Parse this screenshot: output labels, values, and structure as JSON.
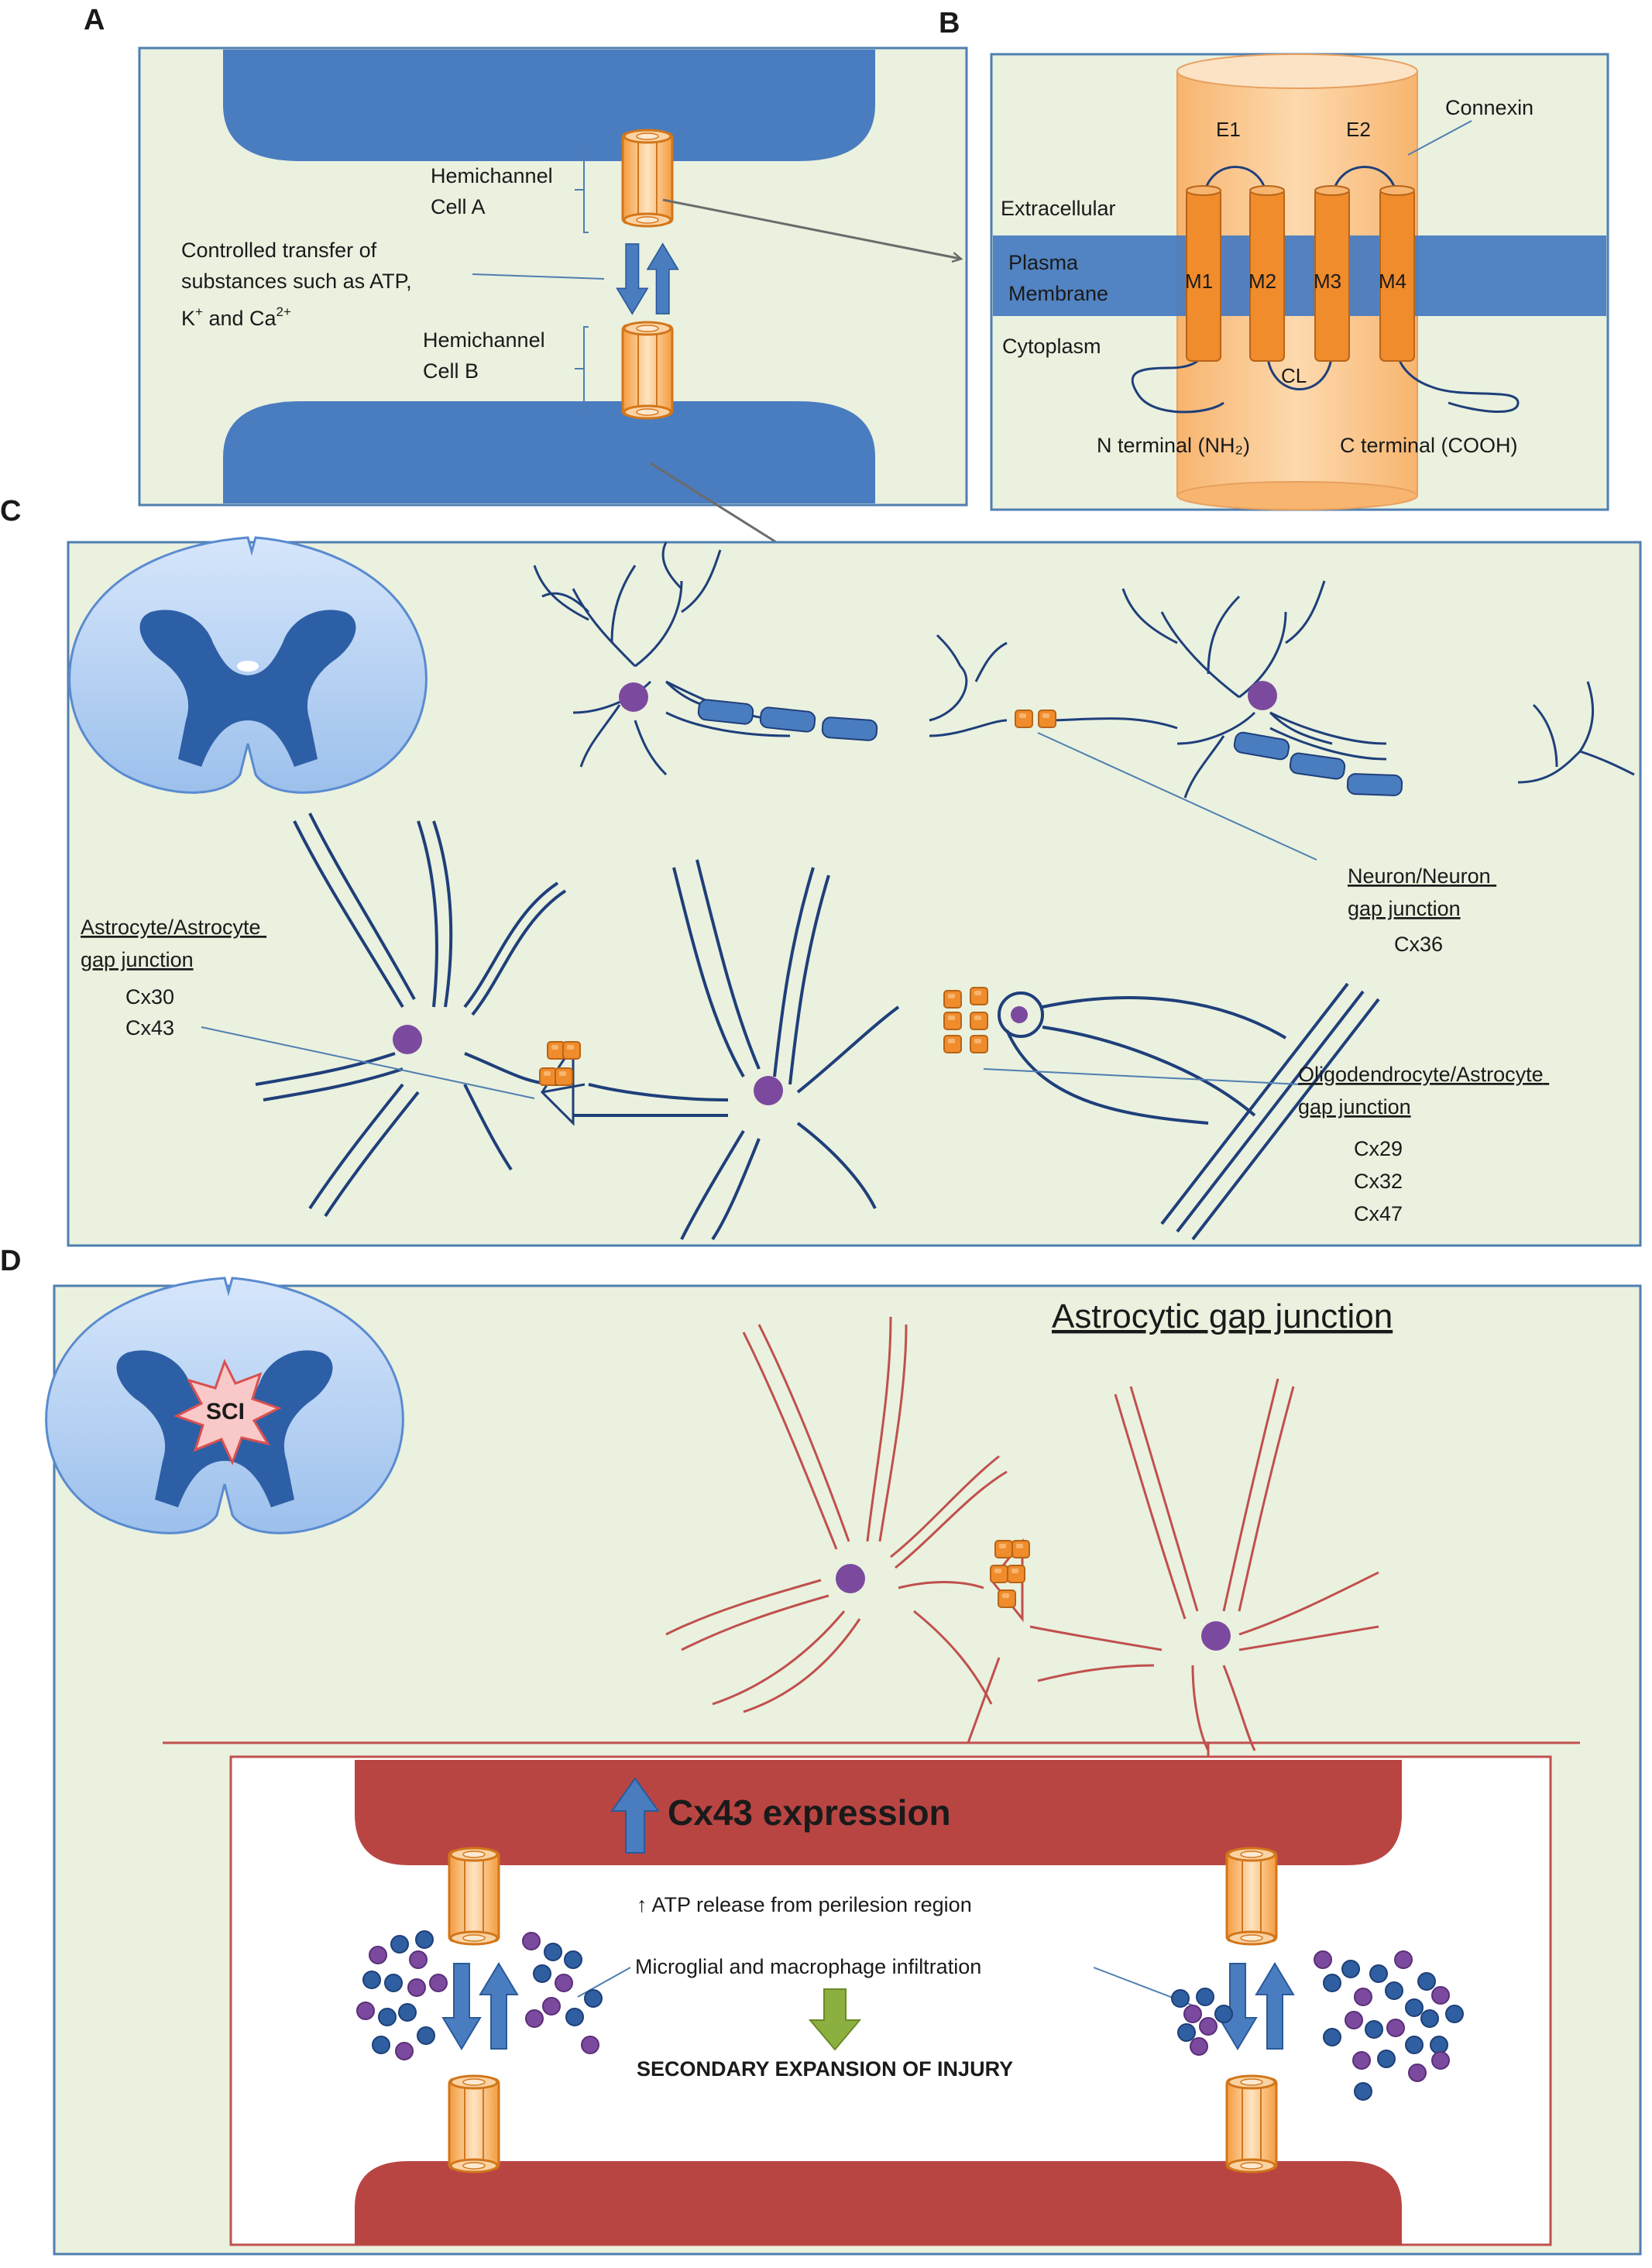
{
  "panels": {
    "a": {
      "letter": "A",
      "hemichannel_a": [
        "Hemichannel",
        "Cell A"
      ],
      "hemichannel_b": [
        "Hemichannel",
        "Cell B"
      ],
      "transfer_1": "Controlled transfer of",
      "transfer_2": "substances such as  ATP,",
      "transfer_3_k": "K",
      "transfer_3_k_sup": "+",
      "transfer_3_and": " and Ca",
      "transfer_3_ca_sup": "2+"
    },
    "b": {
      "letter": "B",
      "extracellular": "Extracellular",
      "plasma": "Plasma",
      "membrane": "Membrane",
      "cytoplasm": "Cytoplasm",
      "connexin": "Connexin",
      "e1": "E1",
      "e2": "E2",
      "m1": "M1",
      "m2": "M2",
      "m3": "M3",
      "m4": "M4",
      "cl": "CL",
      "n_terminal": "N terminal (NH₂)",
      "c_terminal": "C terminal  (COOH)"
    },
    "c": {
      "letter": "C",
      "neuron_junction": [
        "Neuron/Neuron",
        "gap junction"
      ],
      "neuron_cx": "Cx36",
      "astro_junction": [
        "Astrocyte/Astrocyte",
        "gap junction"
      ],
      "astro_cx": [
        "Cx30",
        "Cx43"
      ],
      "oligo_junction": [
        "Oligodendrocyte/Astrocyte",
        "gap junction"
      ],
      "oligo_cx": [
        "Cx29",
        "Cx32",
        "Cx47"
      ]
    },
    "d": {
      "letter": "D",
      "title": "Astrocytic gap junction",
      "sci": "SCI",
      "cx43": "Cx43 expression",
      "atp": "↑ ATP release from perilesion region",
      "microglia": "Microglial and macrophage infiltration",
      "secondary": "SECONDARY EXPANSION OF INJURY"
    }
  },
  "colors": {
    "panel_bg": "#eaf1df",
    "panel_border": "#4f7fb0",
    "membrane_blue": "#4a7cc0",
    "cell_outline": "#1f3f7a",
    "astro_red": "#c0504d",
    "membrane_red": "#b94543",
    "connexin_orange": "#f08c2c",
    "nucleus": "#7b4a9e"
  }
}
